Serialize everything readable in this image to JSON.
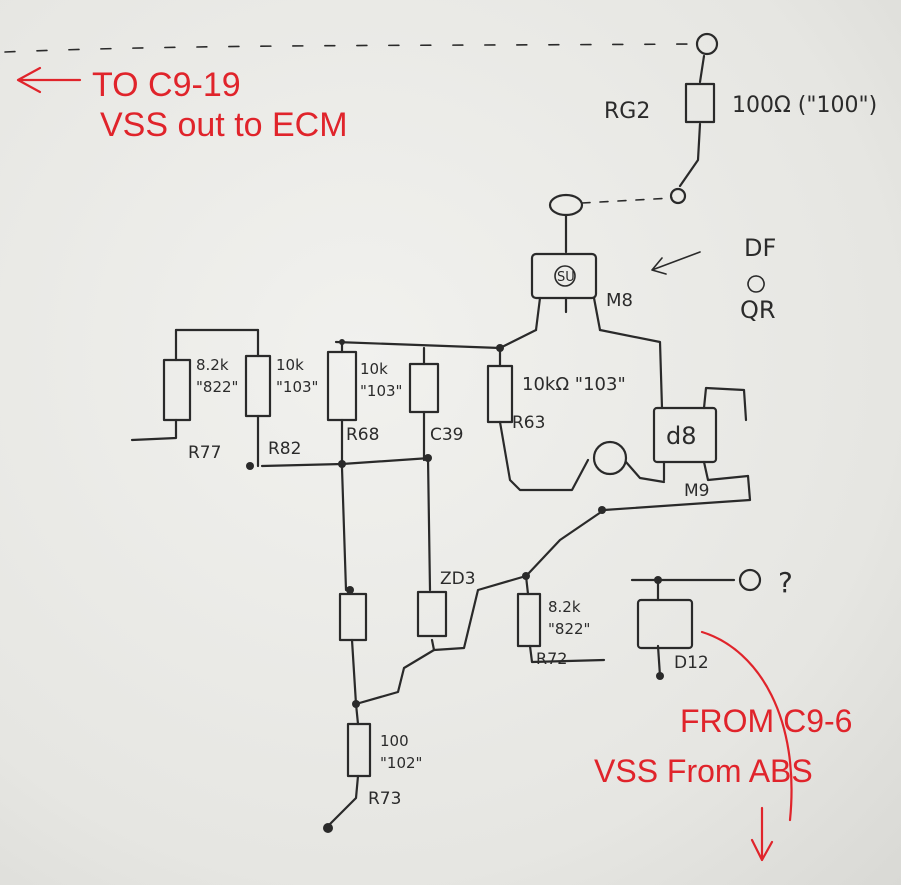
{
  "notes": {
    "to_line1": "TO C9-19",
    "to_line2": "VSS out to ECM",
    "from_line1": "FROM C9-6",
    "from_line2": "VSS From ABS",
    "question": "?",
    "df_line1": "DF",
    "df_line2": "QR"
  },
  "components": {
    "rg2_ref": "RG2",
    "rg2_value": "100Ω (\"100\")",
    "m8_ref": "M8",
    "m8_mark": "SU",
    "r77_ref": "R77",
    "r77_value1": "8.2k",
    "r77_value2": "\"822\"",
    "r82_ref": "R82",
    "r82_value1": "10k",
    "r82_value2": "\"103\"",
    "r68_ref": "R68",
    "r68_value1": "10k",
    "r68_value2": "\"103\"",
    "c39_ref": "C39",
    "r63_ref": "R63",
    "r63_value": "10kΩ \"103\"",
    "m9_ref": "M9",
    "m9_mark": "d8",
    "zd3_ref": "ZD3",
    "r72_ref": "R72",
    "r72_value1": "8.2k",
    "r72_value2": "\"822\"",
    "d12_ref": "D12",
    "r73_ref": "R73",
    "r73_value1": "100",
    "r73_value2": "\"102\""
  },
  "colors": {
    "ink": "#2a2a2a",
    "annotation": "#e0242b",
    "paper": "#ececE8"
  }
}
